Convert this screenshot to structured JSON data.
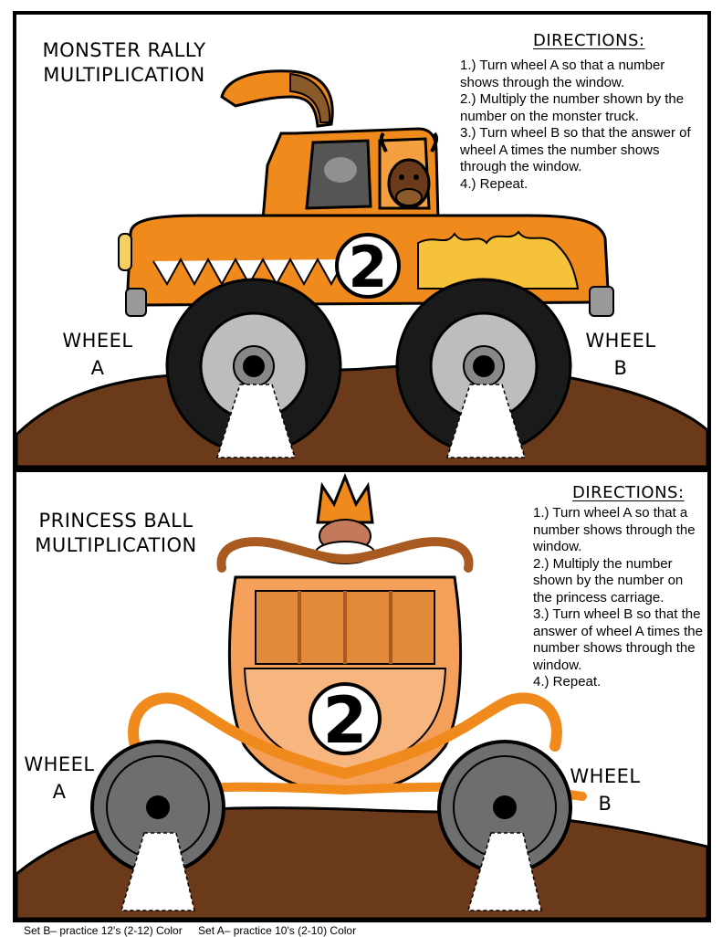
{
  "top": {
    "title_line1": "MONSTER RALLY",
    "title_line2": "MULTIPLICATION",
    "directions_title": "DIRECTIONS:",
    "steps": [
      "1.) Turn wheel A so that a number shows through the window.",
      "2.) Multiply the number shown by the number on the monster truck.",
      "3.) Turn wheel B so that the answer of wheel A times the number shows through the window.",
      "4.) Repeat."
    ],
    "number": "2",
    "wheel_a_word": "WHEEL",
    "wheel_a_letter": "A",
    "wheel_b_word": "WHEEL",
    "wheel_b_letter": "B"
  },
  "bottom": {
    "title_line1": "PRINCESS BALL",
    "title_line2": "MULTIPLICATION",
    "directions_title": "DIRECTIONS:",
    "steps": [
      "1.) Turn wheel A so that a number shows through the window.",
      "2.) Multiply the number shown by the number on the princess carriage.",
      "3.) Turn wheel B so that the answer of wheel A times the number shows through the window.",
      "4.) Repeat."
    ],
    "number": "2",
    "wheel_a_word": "WHEEL",
    "wheel_a_letter": "A",
    "wheel_b_word": "WHEEL",
    "wheel_b_letter": "B"
  },
  "footer": {
    "set_b": "Set B– practice 12's (2-12) Color",
    "set_a": "Set A– practice 10's (2-10) Color"
  },
  "colors": {
    "truck_orange": "#f08a1c",
    "dirt_brown": "#6b3a1a",
    "carriage_orange": "#f4a05a",
    "wheel_gray": "#6e6e6e"
  }
}
